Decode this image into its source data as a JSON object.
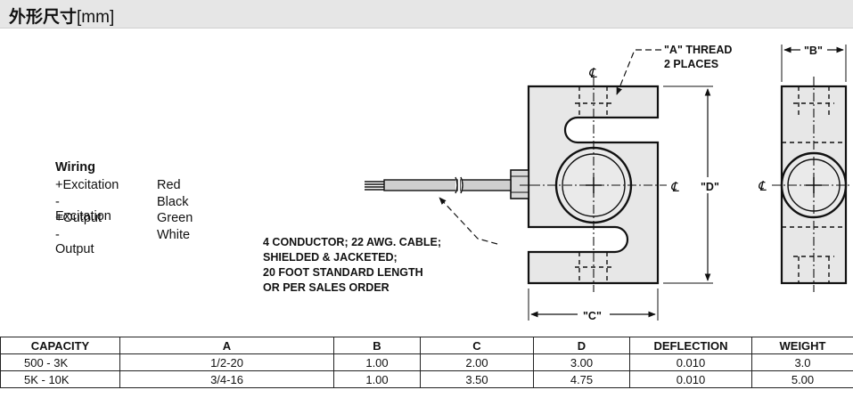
{
  "header": {
    "title_cn": "外形尺寸",
    "title_unit": "[mm]"
  },
  "wiring": {
    "title": "Wiring",
    "rows": [
      {
        "label": "+Excitation",
        "color": "Red"
      },
      {
        "label": "- Excitation",
        "color": "Black"
      },
      {
        "label": "+Output",
        "color": "Green"
      },
      {
        "label": "- Output",
        "color": "White"
      }
    ]
  },
  "diagram": {
    "thread_note": [
      "\"A\" THREAD",
      "2 PLACES"
    ],
    "dim_b": "\"B\"",
    "dim_c": "\"C\"",
    "dim_d": "\"D\"",
    "centerline": "℄",
    "cable_note": [
      "4 CONDUCTOR; 22 AWG. CABLE;",
      "SHIELDED & JACKETED;",
      "20 FOOT STANDARD LENGTH",
      "OR PER SALES ORDER"
    ]
  },
  "table": {
    "headers": [
      "CAPACITY",
      "A",
      "B",
      "C",
      "D",
      "DEFLECTION",
      "WEIGHT"
    ],
    "rows": [
      [
        "500 - 3K",
        "1/2-20",
        "1.00",
        "2.00",
        "3.00",
        "0.010",
        "3.0"
      ],
      [
        "5K - 10K",
        "3/4-16",
        "1.00",
        "3.50",
        "4.75",
        "0.010",
        "5.00"
      ]
    ]
  }
}
